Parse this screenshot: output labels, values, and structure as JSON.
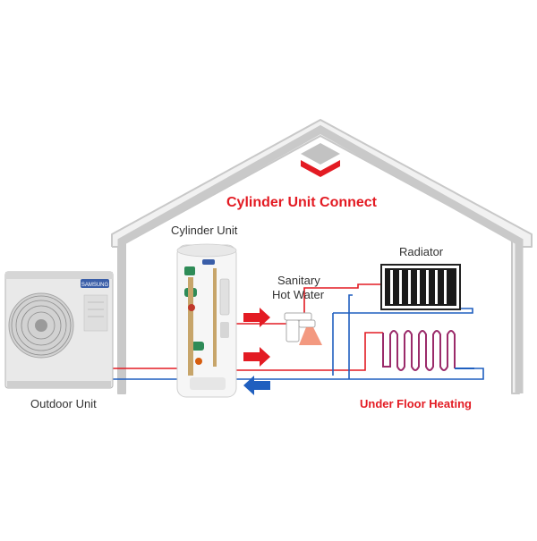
{
  "diagram": {
    "title": "Cylinder Unit Connect",
    "outdoor_unit_label": "Outdoor Unit",
    "cylinder_unit_label": "Cylinder Unit",
    "sanitary_label_line1": "Sanitary",
    "sanitary_label_line2": "Hot Water",
    "radiator_label": "Radiator",
    "underfloor_label": "Under Floor Heating",
    "brand_text": "SAMSUNG",
    "icons": [
      "house-outline",
      "layers-logo-icon",
      "fan-icon",
      "faucet-icon",
      "radiator-icon",
      "arrow-right-icon",
      "arrow-left-icon"
    ]
  },
  "colors": {
    "title_red": "#e31b23",
    "flow_red": "#e31b23",
    "return_blue": "#1f5fbf",
    "house_gray": "#c8c8c8",
    "text_dark": "#333333",
    "underfloor_purple": "#8b3fb0"
  }
}
